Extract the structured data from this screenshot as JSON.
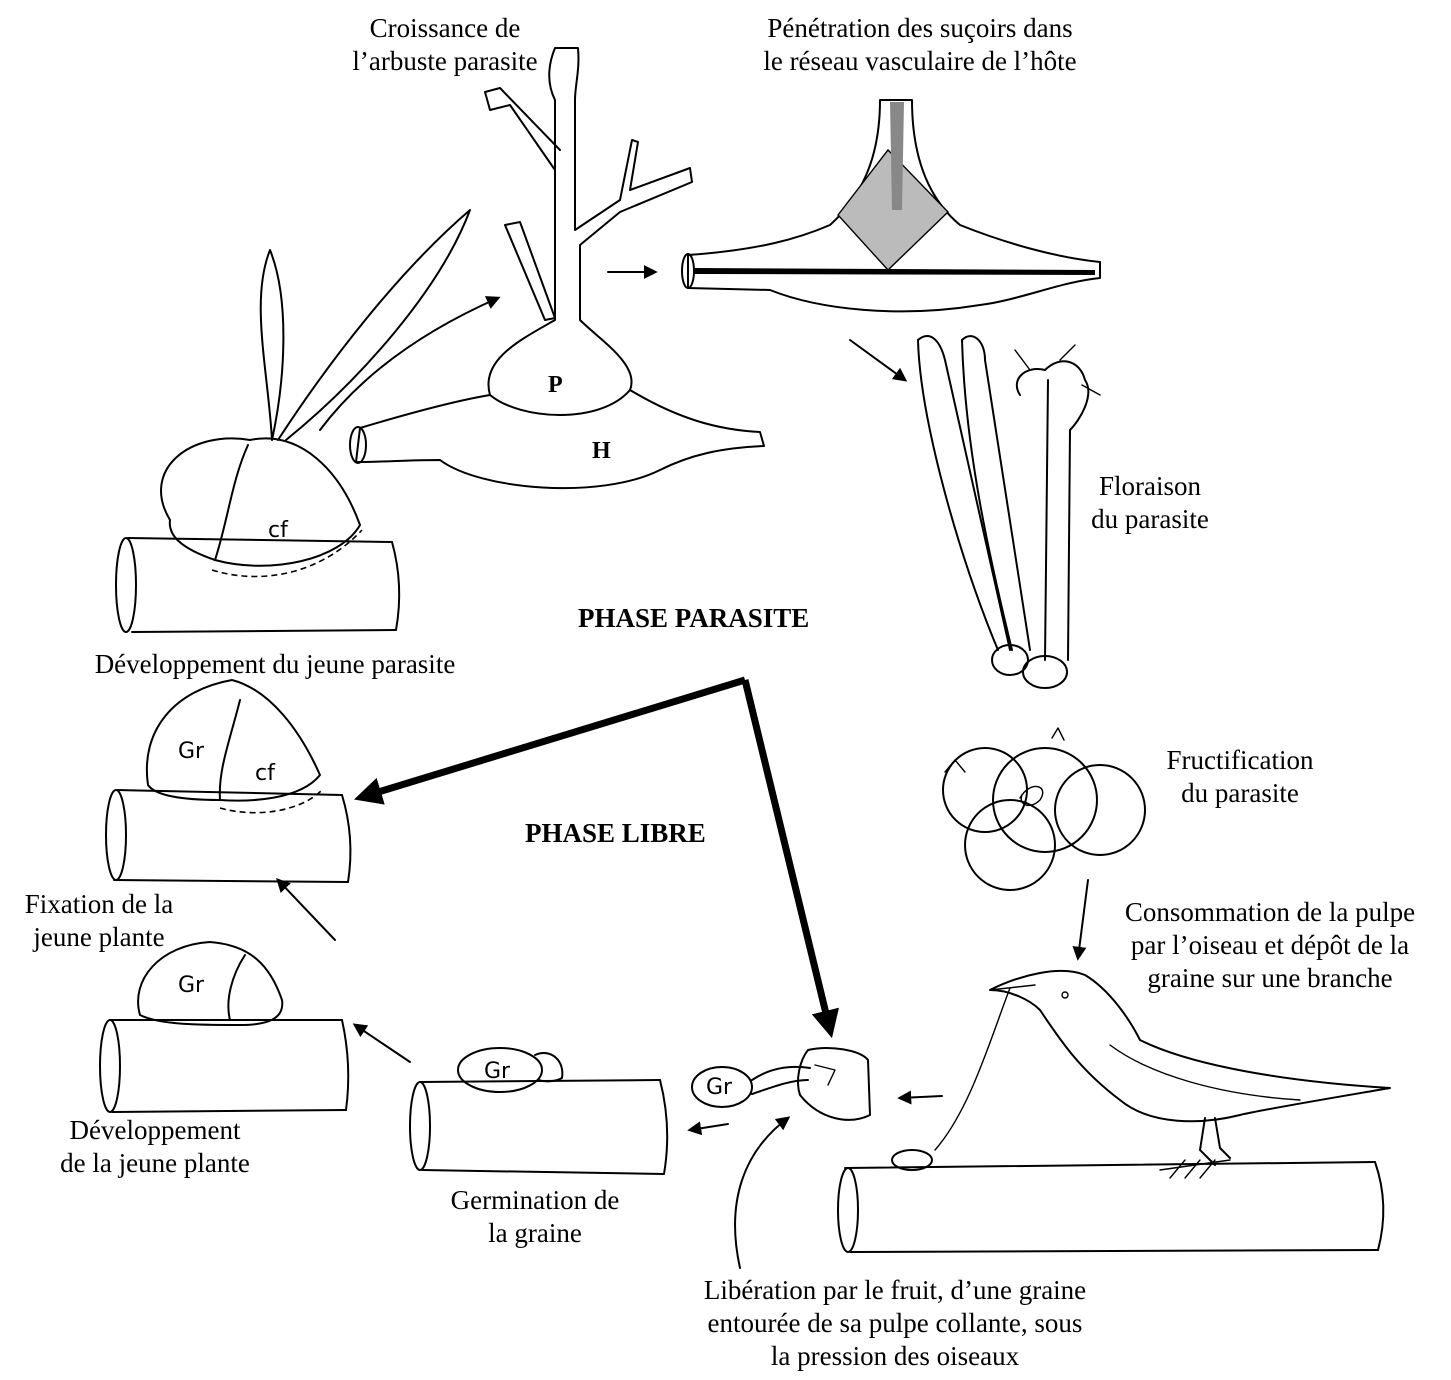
{
  "labels": {
    "croissance": [
      "Croissance de",
      "l’arbuste parasite"
    ],
    "penetration": [
      "Pénétration des suçoirs dans",
      "le réseau vasculaire de l’hôte"
    ],
    "floraison": [
      "Floraison",
      "du parasite"
    ],
    "fructification": [
      "Fructification",
      "du parasite"
    ],
    "consommation": [
      "Consommation de la pulpe",
      "par l’oiseau et dépôt de la",
      "graine sur une branche"
    ],
    "liberation": [
      "Libération par le fruit, d’une graine",
      "entourée de sa pulpe collante, sous",
      "la pression des oiseaux"
    ],
    "germination": [
      "Germination de",
      "la graine"
    ],
    "developpement_plante": [
      "Développement",
      "de la jeune plante"
    ],
    "fixation": [
      "Fixation de la",
      "jeune plante"
    ],
    "developpement_parasite": "Développement du jeune parasite"
  },
  "phases": {
    "parasite": "PHASE PARASITE",
    "libre": "PHASE LIBRE"
  },
  "drawing_letters": {
    "p": "P",
    "h": "H",
    "cf": "cf",
    "gr": "Gr"
  }
}
